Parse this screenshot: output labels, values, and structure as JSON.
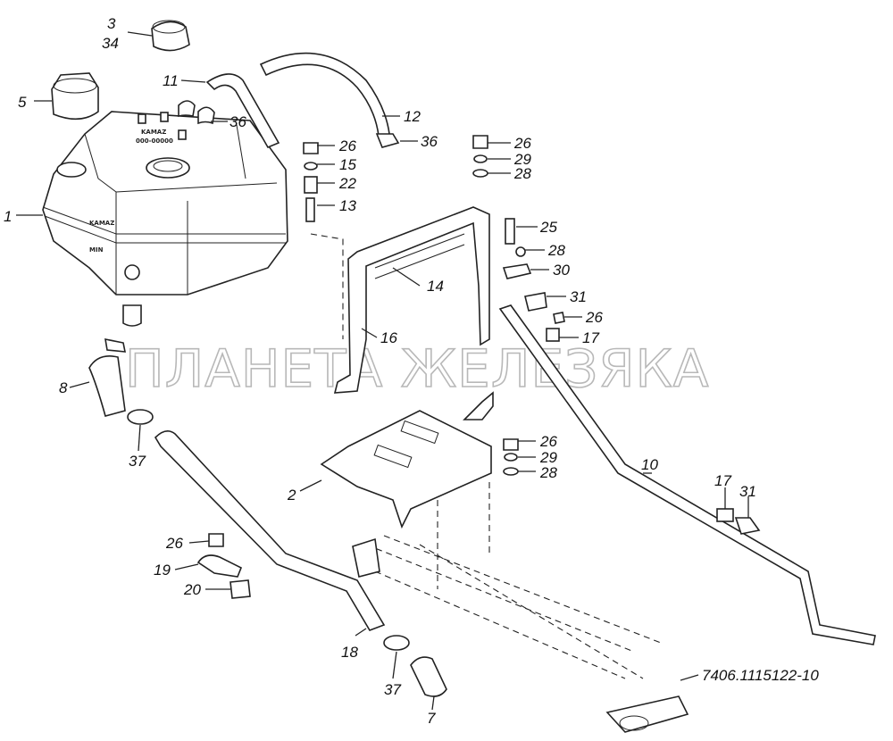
{
  "watermark": "ПЛАНЕТА ЖЕЛЕЗЯКА",
  "tank_markings": {
    "brand_top": "KAMAZ",
    "brand_bottom": "KAMAZ",
    "min": "MIN",
    "part_no": "000-00000"
  },
  "labels": [
    {
      "id": "1",
      "text": "1"
    },
    {
      "id": "2",
      "text": "2"
    },
    {
      "id": "3",
      "text": "3"
    },
    {
      "id": "34",
      "text": "34"
    },
    {
      "id": "5",
      "text": "5"
    },
    {
      "id": "7",
      "text": "7"
    },
    {
      "id": "8",
      "text": "8"
    },
    {
      "id": "10",
      "text": "10"
    },
    {
      "id": "11",
      "text": "11"
    },
    {
      "id": "12",
      "text": "12"
    },
    {
      "id": "13",
      "text": "13"
    },
    {
      "id": "14",
      "text": "14"
    },
    {
      "id": "15",
      "text": "15"
    },
    {
      "id": "16",
      "text": "16"
    },
    {
      "id": "17a",
      "text": "17"
    },
    {
      "id": "17b",
      "text": "17"
    },
    {
      "id": "18",
      "text": "18"
    },
    {
      "id": "19",
      "text": "19"
    },
    {
      "id": "20",
      "text": "20"
    },
    {
      "id": "22",
      "text": "22"
    },
    {
      "id": "25",
      "text": "25"
    },
    {
      "id": "26a",
      "text": "26"
    },
    {
      "id": "26b",
      "text": "26"
    },
    {
      "id": "26c",
      "text": "26"
    },
    {
      "id": "26d",
      "text": "26"
    },
    {
      "id": "26e",
      "text": "26"
    },
    {
      "id": "28a",
      "text": "28"
    },
    {
      "id": "28b",
      "text": "28"
    },
    {
      "id": "28c",
      "text": "28"
    },
    {
      "id": "29a",
      "text": "29"
    },
    {
      "id": "29b",
      "text": "29"
    },
    {
      "id": "30",
      "text": "30"
    },
    {
      "id": "31a",
      "text": "31"
    },
    {
      "id": "31b",
      "text": "31"
    },
    {
      "id": "36a",
      "text": "36"
    },
    {
      "id": "36b",
      "text": "36"
    },
    {
      "id": "37a",
      "text": "37"
    },
    {
      "id": "37b",
      "text": "37"
    },
    {
      "id": "pipe",
      "text": "7406.1115122-10"
    }
  ]
}
